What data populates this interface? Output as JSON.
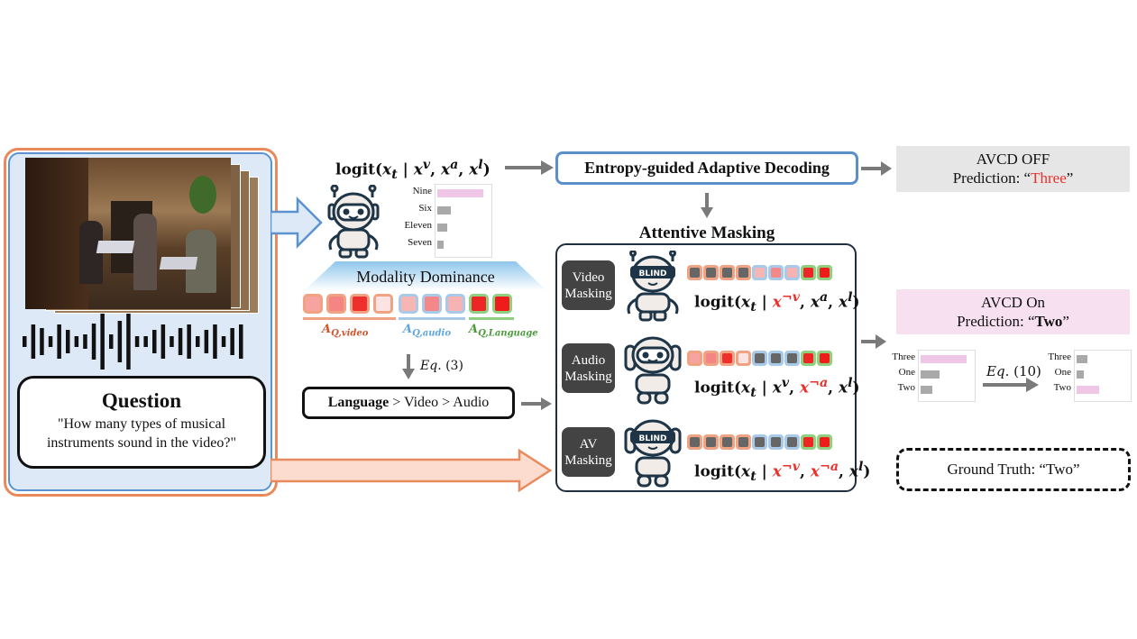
{
  "input": {
    "question_title": "Question",
    "question_line1": "\"How many types of musical",
    "question_line2": "instruments sound in the video?\""
  },
  "logit_full": {
    "prefix": "logit(",
    "xt": "x",
    "xt_sub": "t",
    "bar": " | ",
    "xv": "x",
    "v": "v",
    "comma1": ", ",
    "xa": "x",
    "a": "a",
    "comma2": ", ",
    "xl": "x",
    "l": "l",
    "suffix": ")"
  },
  "initial_prediction": {
    "labels": [
      "Nine",
      "Six",
      "Eleven",
      "Seven"
    ],
    "values": [
      0.85,
      0.25,
      0.18,
      0.12
    ],
    "highlight": [
      true,
      false,
      false,
      false
    ]
  },
  "modality_dominance": {
    "title": "Modality Dominance",
    "aq_video": "A",
    "aq_video_sub": "Q,video",
    "aq_audio": "A",
    "aq_audio_sub": "Q,audio",
    "aq_language": "A",
    "aq_language_sub": "Q,Language",
    "tokens": [
      {
        "group": "video",
        "color": "#f7a3a0"
      },
      {
        "group": "video",
        "color": "#f48584"
      },
      {
        "group": "video",
        "color": "#ef2f2c"
      },
      {
        "group": "video",
        "color": "#fbe3e3"
      },
      {
        "group": "audio",
        "color": "#f7b5b4"
      },
      {
        "group": "audio",
        "color": "#f48888"
      },
      {
        "group": "audio",
        "color": "#f7b3b2"
      },
      {
        "group": "language",
        "color": "#ee2525"
      },
      {
        "group": "language",
        "color": "#ef1c1c"
      }
    ],
    "group_colors": {
      "video": "#f0a383",
      "audio": "#a8c9e8",
      "language": "#8fcf7f"
    },
    "label_colors": {
      "video": "#d0552c",
      "audio": "#5ea6dd",
      "language": "#4d9a3d"
    }
  },
  "eq3": {
    "eq": "Eq",
    "num": ". (3)"
  },
  "order": {
    "first": "Language",
    "rest": " > Video > Audio"
  },
  "ead": {
    "label": "Entropy-guided Adaptive Decoding"
  },
  "attentive_masking": {
    "title": "Attentive Masking",
    "rows": [
      {
        "label1": "Video",
        "label2": "Masking",
        "robot_badge": "BLIND",
        "masked": [
          true,
          true,
          true,
          true,
          false,
          false,
          false,
          false,
          false
        ]
      },
      {
        "label1": "Audio",
        "label2": "Masking",
        "robot_badge": "",
        "masked": [
          false,
          false,
          false,
          false,
          true,
          true,
          true,
          false,
          false
        ]
      },
      {
        "label1": "AV",
        "label2": "Masking",
        "robot_badge": "BLIND",
        "masked": [
          true,
          true,
          true,
          true,
          true,
          true,
          true,
          false,
          false
        ]
      }
    ],
    "logit_video": {
      "prefix": "logit(",
      "xt": "x",
      "xt_sub": "t",
      "bar": " | ",
      "x1": "x",
      "x1_sup": "¬v",
      "comma1": ", ",
      "x2": "x",
      "x2_sup": "a",
      "comma2": ", ",
      "x3": "x",
      "x3_sup": "l",
      "suffix": ")"
    },
    "logit_audio": {
      "prefix": "logit(",
      "xt": "x",
      "xt_sub": "t",
      "bar": " | ",
      "x1": "x",
      "x1_sup": "v",
      "comma1": ", ",
      "x2": "x",
      "x2_sup": "¬a",
      "comma2": ", ",
      "x3": "x",
      "x3_sup": "l",
      "suffix": ")"
    },
    "logit_av": {
      "prefix": "logit(",
      "xt": "x",
      "xt_sub": "t",
      "bar": " | ",
      "x1": "x",
      "x1_sup": "¬v",
      "comma1": ", ",
      "x2": "x",
      "x2_sup": "¬a",
      "comma2": ", ",
      "x3": "x",
      "x3_sup": "l",
      "suffix": ")"
    }
  },
  "avcd_off": {
    "title": "AVCD OFF",
    "pred_prefix": "Prediction: “",
    "pred_value": "Three",
    "pred_suffix": "”"
  },
  "avcd_on": {
    "title": "AVCD On",
    "pred_prefix": "Prediction: “",
    "pred_value": "Two",
    "pred_suffix": "”"
  },
  "before_chart": {
    "labels": [
      "Three",
      "One",
      "Two"
    ],
    "values": [
      0.85,
      0.35,
      0.22
    ],
    "highlight": [
      true,
      false,
      false
    ]
  },
  "after_chart": {
    "labels": [
      "Three",
      "One",
      "Two"
    ],
    "values": [
      0.2,
      0.14,
      0.42
    ],
    "highlight": [
      false,
      false,
      true
    ]
  },
  "eq10": {
    "eq": "Eq",
    "num": ". (10)"
  },
  "ground_truth": {
    "label": "Ground Truth: “Two”"
  }
}
